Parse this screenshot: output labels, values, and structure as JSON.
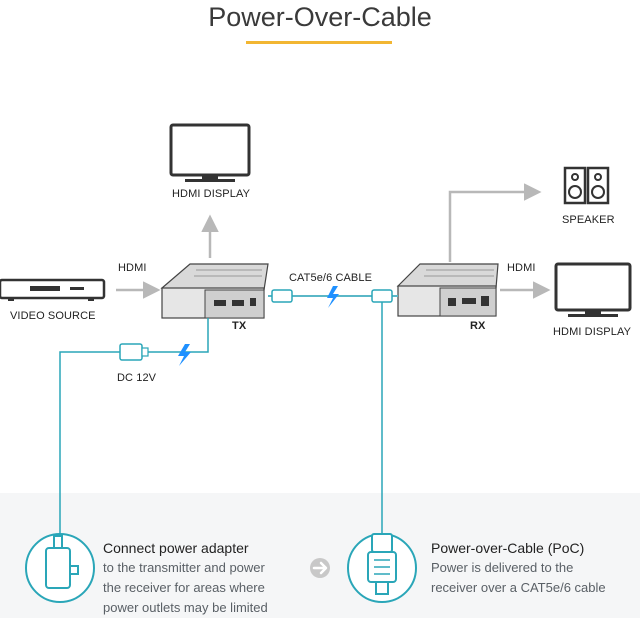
{
  "title": "Power-Over-Cable",
  "labels": {
    "hdmi_display_top": "HDMI DISPLAY",
    "hdmi_in": "HDMI",
    "video_source": "VIDEO SOURCE",
    "tx": "TX",
    "cable": "CAT5e/6 CABLE",
    "rx": "RX",
    "hdmi_out": "HDMI",
    "speaker": "SPEAKER",
    "hdmi_display_right": "HDMI DISPLAY",
    "dc": "DC 12V"
  },
  "cards": {
    "left": {
      "heading": "Connect power adapter",
      "lines": [
        "to the transmitter and power",
        "the receiver for areas where",
        "power outlets may be limited"
      ]
    },
    "right": {
      "heading": "Power-over-Cable (PoC)",
      "lines": [
        "Power is delivered to the",
        "receiver over a CAT5e/6 cable"
      ]
    }
  },
  "colors": {
    "accent": "#f2b632",
    "lightning": "#1e90ff",
    "teal": "#2aa6b8",
    "arrow": "#b8b8b8"
  },
  "icons": [
    "display-icon",
    "speaker-icon",
    "video-source-icon",
    "extender-icon",
    "cable-connector-icon",
    "lightning-icon",
    "power-adapter-icon",
    "arrow-right-circle-icon"
  ]
}
